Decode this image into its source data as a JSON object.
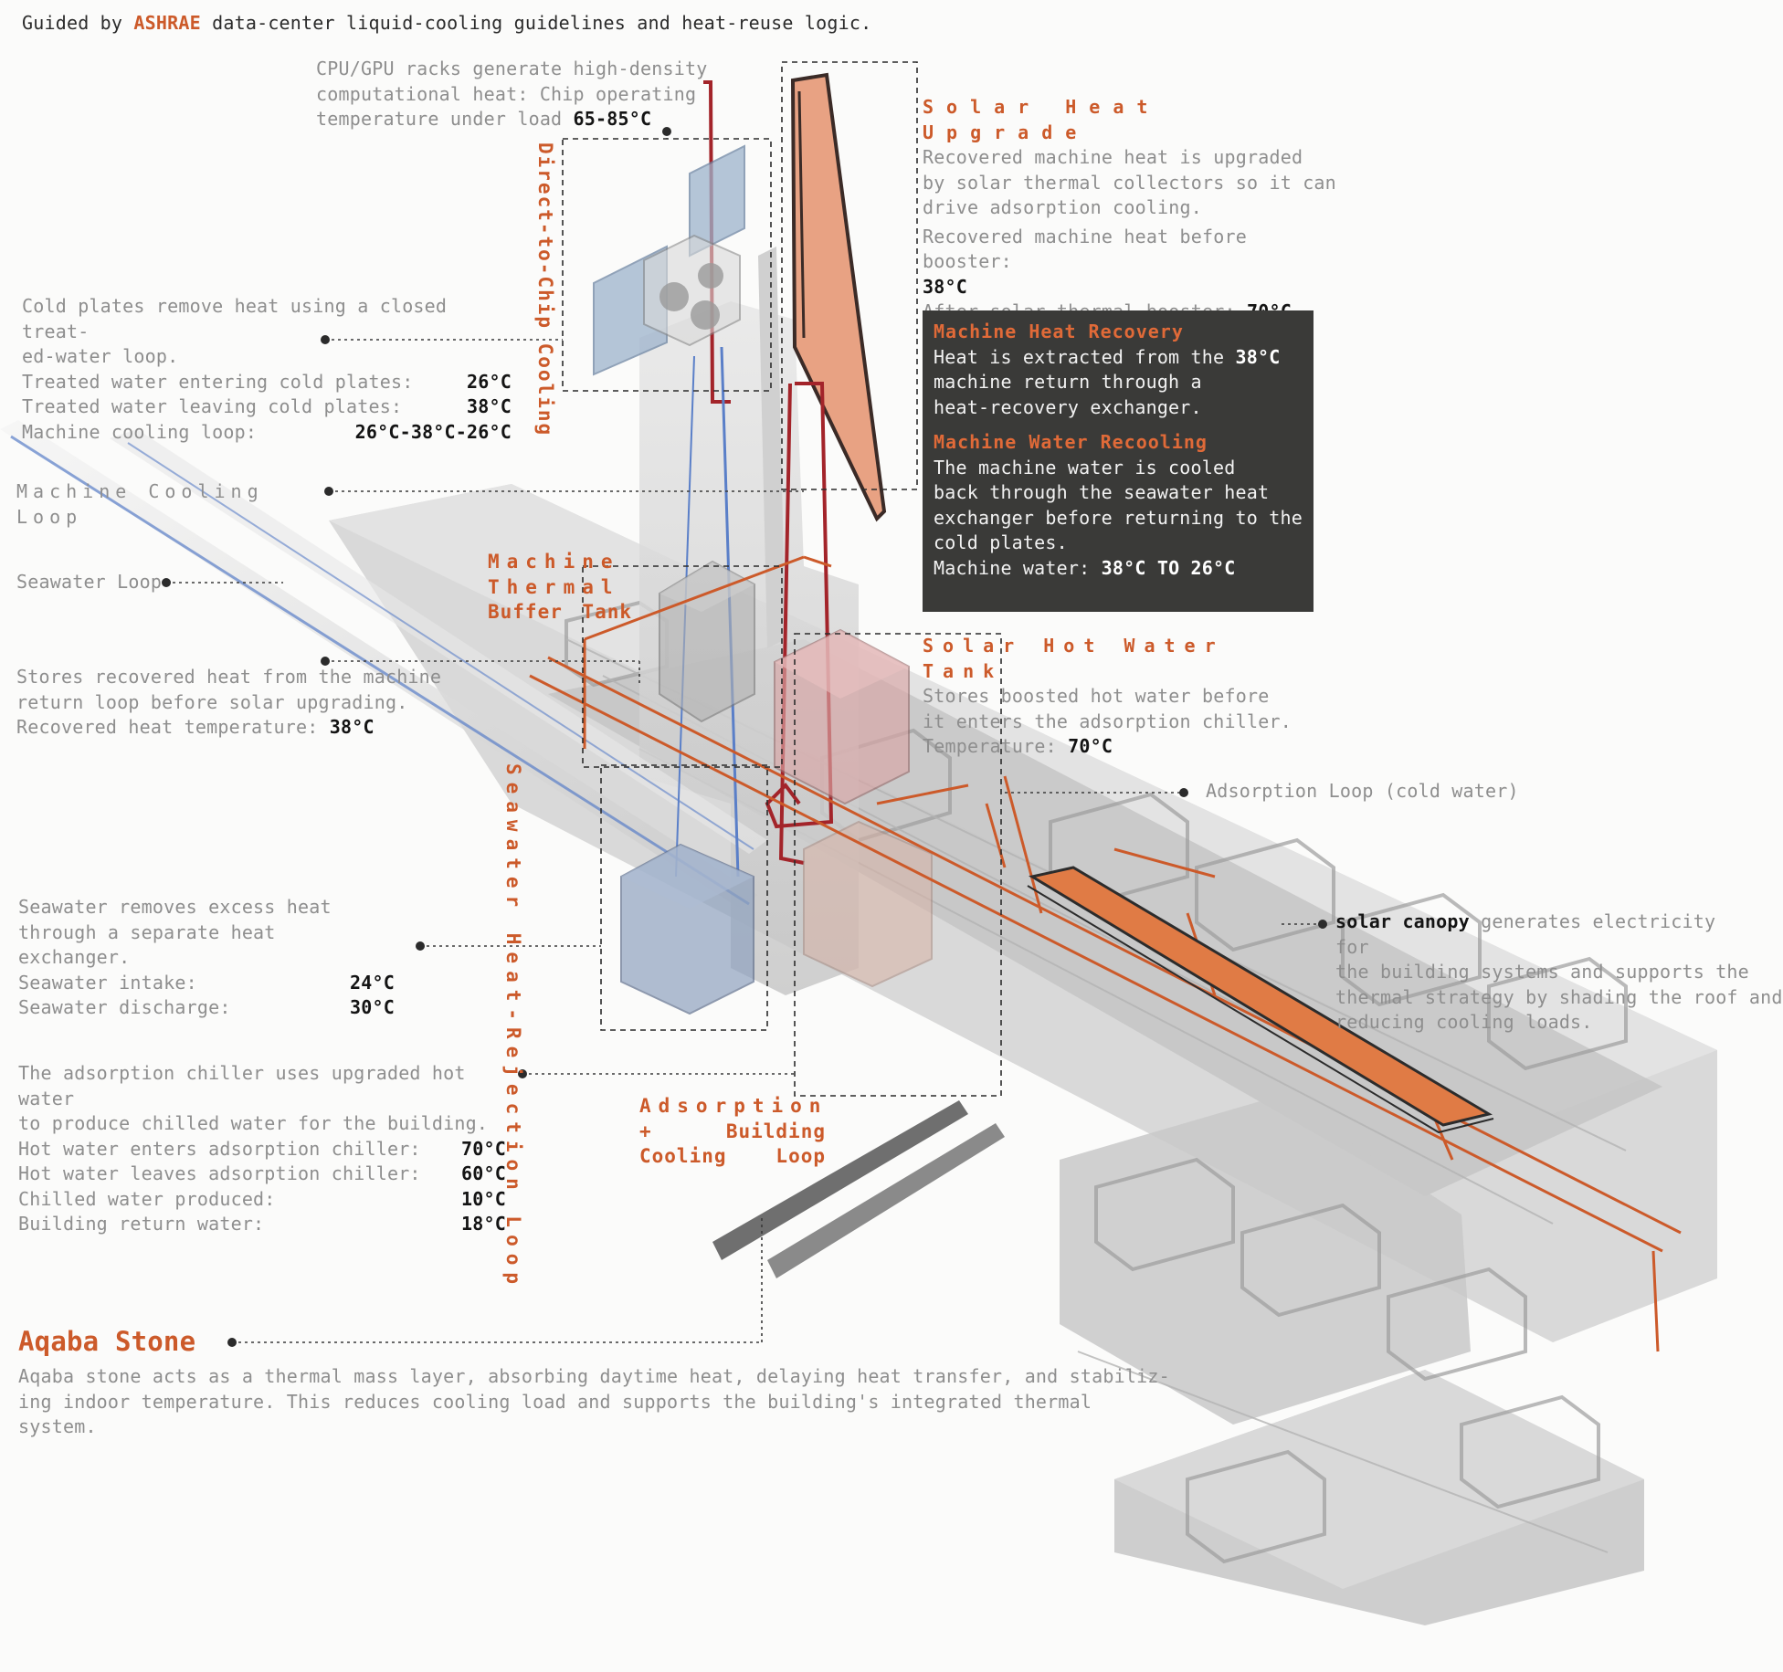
{
  "intro": {
    "pre": "Guided by ",
    "brand": "ASHRAE",
    "post": " data-center liquid-cooling guidelines and heat-reuse logic."
  },
  "cpu_note": {
    "l1": "CPU/GPU racks generate high-density",
    "l2": "computational heat: Chip operating",
    "l3_pre": "temperature under load ",
    "l3_val": "65-85°C"
  },
  "labels": {
    "direct_to_chip": "Direct-to-Chip Cooling",
    "seawater_loop_vertical": "Seawater Heat-Rejection Loop",
    "buffer_tank_l1": "Machine",
    "buffer_tank_l2": "Thermal",
    "buffer_tank_l3a": "Buffer",
    "buffer_tank_l3b": "Tank",
    "adsorption_l1": "Adsorption",
    "adsorption_l2a": "+",
    "adsorption_l2b": "Building",
    "adsorption_l3a": "Cooling",
    "adsorption_l3b": "Loop",
    "machine_cooling_loop": "Machine Cooling Loop",
    "seawater_loop": "Seawater Loop",
    "adsorption_loop": "Adsorption Loop (cold water)"
  },
  "cold_plates": {
    "l1": "Cold plates remove heat using a closed treat-",
    "l2": "ed-water loop.",
    "entering_label": "Treated water entering cold plates:",
    "entering_val": "26°C",
    "leaving_label": "Treated water leaving cold plates:",
    "leaving_val": "38°C",
    "loop_label": "Machine cooling loop:",
    "loop_val": "26°C-38°C-26°C"
  },
  "buffer_note": {
    "l1": "Stores recovered heat from the machine",
    "l2": "return loop before solar upgrading.",
    "temp_label": "Recovered heat temperature: ",
    "temp_val": "38°C"
  },
  "seawater_note": {
    "l1": "Seawater removes excess heat",
    "l2": "through a separate heat exchanger.",
    "intake_label": "Seawater intake:",
    "intake_val": "24°C",
    "discharge_label": "Seawater discharge:",
    "discharge_val": "30°C"
  },
  "chiller_note": {
    "l1": "The adsorption chiller uses upgraded hot water",
    "l2": "to produce chilled water for the building.",
    "enters_label": "Hot water enters adsorption chiller:",
    "enters_val": "70°C",
    "leaves_label": "Hot water leaves adsorption chiller:",
    "leaves_val": "60°C",
    "chilled_label": "Chilled water produced:",
    "chilled_val": "10°C",
    "return_label": "Building return water:",
    "return_val": "18°C"
  },
  "stone": {
    "title": "Aqaba Stone",
    "l1": "Aqaba stone acts as a thermal mass layer, absorbing daytime heat, delaying heat transfer, and stabiliz-",
    "l2": "ing indoor temperature. This reduces cooling load and supports the building's integrated thermal system."
  },
  "solar_upgrade": {
    "title": "Solar Heat Upgrade",
    "l1": "Recovered machine heat is upgraded",
    "l2": "by solar thermal collectors so it can",
    "l3": "drive adsorption cooling.",
    "before_label": "Recovered machine heat before booster:",
    "before_val": "38°C",
    "after_label": "After solar thermal booster: ",
    "after_val": "70°C"
  },
  "recovery_box": {
    "title1": "Machine Heat Recovery",
    "l1_pre": "Heat is extracted from the ",
    "l1_val": "38°C",
    "l2": "machine return through a",
    "l3": "heat-recovery exchanger.",
    "title2": "Machine Water Recooling",
    "m1": "The machine water is cooled",
    "m2": "back through the seawater heat",
    "m3": "exchanger before returning to the",
    "m4": "cold plates.",
    "water_label": "Machine water: ",
    "water_val": "38°C TO 26°C"
  },
  "hot_tank": {
    "title": "Solar Hot Water Tank",
    "l1": "Stores boosted hot water before",
    "l2": "it enters the adsorption chiller.",
    "temp_label": "Temperature: ",
    "temp_val": "70°C"
  },
  "canopy": {
    "bold": "solar canopy",
    "l1_rest": " generates electricity for",
    "l2": "the building systems and supports the",
    "l3": "thermal strategy by shading the roof and",
    "l4": "reducing cooling loads."
  },
  "colors": {
    "accent": "#cc5a2a",
    "copper": "#e8a283",
    "cold_pipe": "#5a7fc8",
    "hot_pipe": "#a3242a",
    "dark_box": "#3a3a38"
  }
}
